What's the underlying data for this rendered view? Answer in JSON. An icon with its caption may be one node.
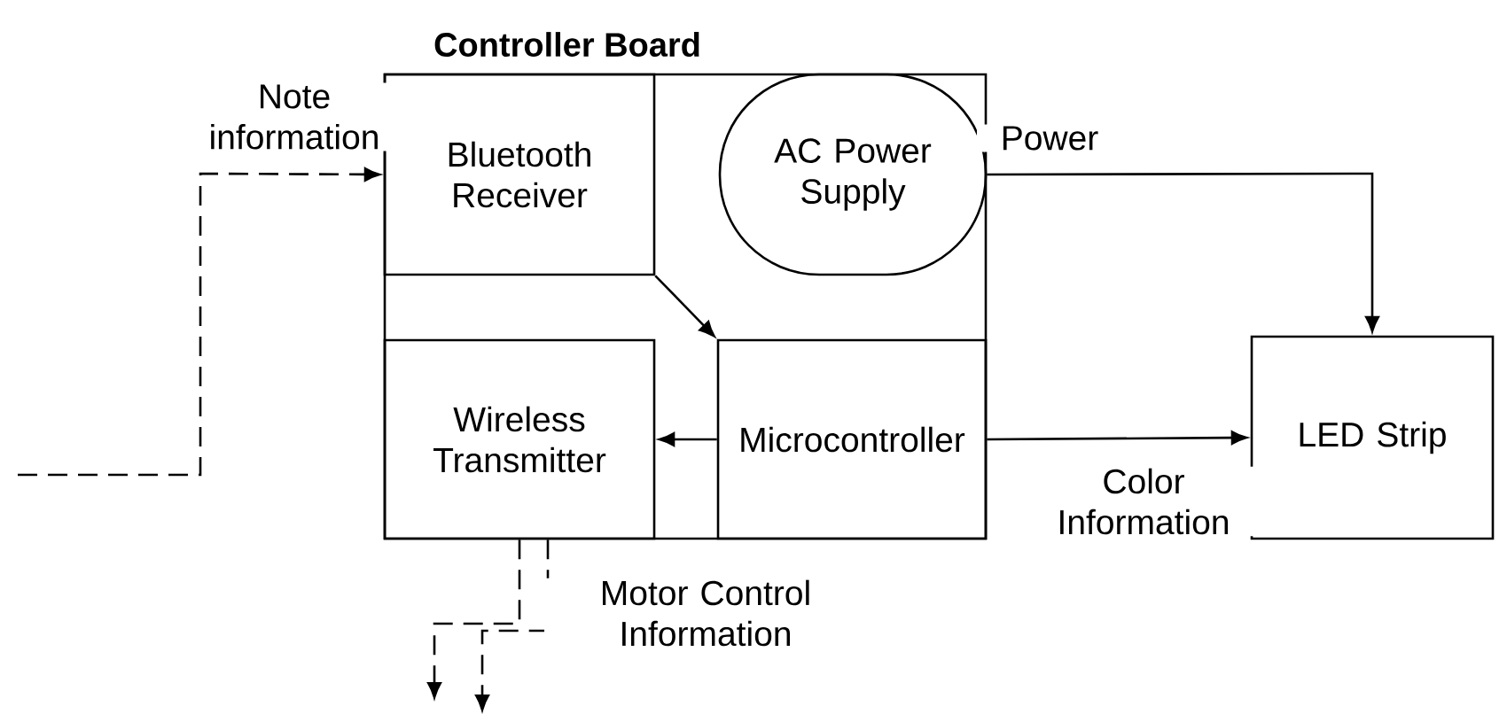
{
  "diagram": {
    "nodes": [
      {
        "text": [
          "Controller Board"
        ]
      },
      {
        "text": [
          "Bluetooth Receiver"
        ],
        "in": 0
      },
      {
        "text": [
          "AC Power Supply"
        ],
        "in": 0
      },
      {
        "text": [
          "Wireless Transmitter"
        ],
        "in": 0
      },
      {
        "text": [
          "Microcontroller"
        ],
        "in": 0
      },
      {
        "text": [
          "LED Strip"
        ]
      }
    ],
    "edges": [
      {
        "from": null,
        "to": 1,
        "arrow": "to",
        "style": "dashed",
        "label": "Note information"
      },
      {
        "from": 1,
        "to": 4,
        "arrow": "to"
      },
      {
        "from": 4,
        "to": 3,
        "arrow": "to"
      },
      {
        "from": 2,
        "to": 5,
        "arrow": "to",
        "label": "Power"
      },
      {
        "from": 4,
        "to": 5,
        "arrow": "to",
        "label": "Color Information"
      },
      {
        "from": 3,
        "to": null,
        "arrow": "to",
        "style": "dashed"
      },
      {
        "from": 3,
        "to": null,
        "arrow": "to",
        "style": "dashed",
        "label": "Motor Control Information"
      }
    ]
  }
}
